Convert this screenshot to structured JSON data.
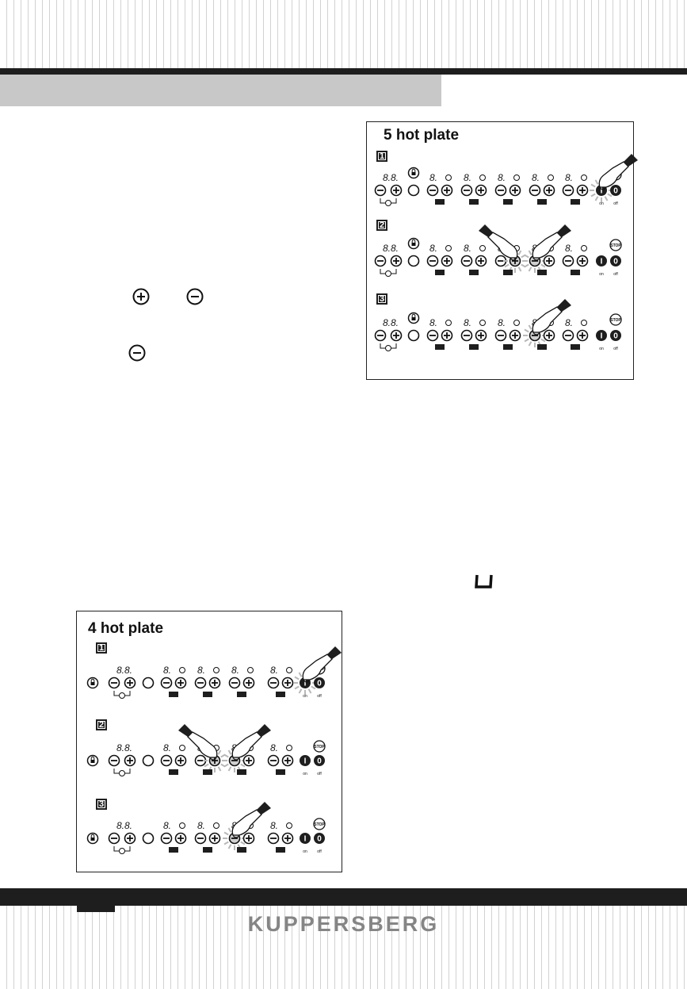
{
  "brand": {
    "name": "KUPPERSBERG"
  },
  "inline_symbols": [
    {
      "name": "plus-circle-icon"
    },
    {
      "name": "minus-circle-icon"
    },
    {
      "name": "minus-circle-icon"
    },
    {
      "name": "u-display-icon"
    }
  ],
  "panels": [
    {
      "id": "panel5",
      "title": "5 hot plate",
      "zones": 5,
      "steps": [
        {
          "label": "1",
          "active": [
            "on"
          ],
          "hands": [
            "on"
          ]
        },
        {
          "label": "2",
          "active": [
            "z3plus",
            "z4minus"
          ],
          "hands": [
            "z3plus",
            "z4minus"
          ]
        },
        {
          "label": "3",
          "active": [
            "z4minus"
          ],
          "hands": [
            "z4minus"
          ]
        }
      ]
    },
    {
      "id": "panel4",
      "title": "4 hot plate",
      "zones": 4,
      "steps": [
        {
          "label": "1",
          "active": [
            "on"
          ],
          "hands": [
            "on"
          ]
        },
        {
          "label": "2",
          "active": [
            "z2plus",
            "z3minus"
          ],
          "hands": [
            "z2plus",
            "z3minus"
          ]
        },
        {
          "label": "3",
          "active": [
            "z3minus"
          ],
          "hands": [
            "z3minus"
          ]
        }
      ]
    }
  ],
  "control_labels": {
    "stop": "STOP",
    "on": "on",
    "off": "off",
    "timer_digits": "8.8.",
    "zone_digit": "8."
  },
  "colors": {
    "dark": "#1e1e1e",
    "header_band": "#c8c8c8",
    "brand_text": "#858585",
    "glow": "#b8b8b8"
  }
}
